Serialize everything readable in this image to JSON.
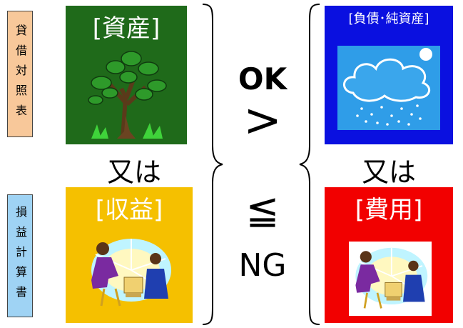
{
  "labels": {
    "balance_sheet": "貸借対照表",
    "income_statement": "損益計算書"
  },
  "panels": {
    "assets": {
      "title": "[資産]",
      "color": "#1f6a1a"
    },
    "liabilities_equity": {
      "title": "[負債･純資産]",
      "color": "#0a10e0"
    },
    "revenue": {
      "title": "[収益]",
      "color": "#f5c000"
    },
    "expenses": {
      "title": "[費用]",
      "color": "#f20000"
    }
  },
  "connectors": {
    "left_or": "又は",
    "right_or": "又は"
  },
  "center": {
    "ok": "OK",
    "greater": ">",
    "leq": "≦",
    "ng": "NG"
  },
  "colors": {
    "balance_label_bg": "#f8c89a",
    "income_label_bg": "#9fd3f4"
  },
  "icons": [
    "tree-icon",
    "cloud-snow-icon",
    "people-computer-icon"
  ]
}
